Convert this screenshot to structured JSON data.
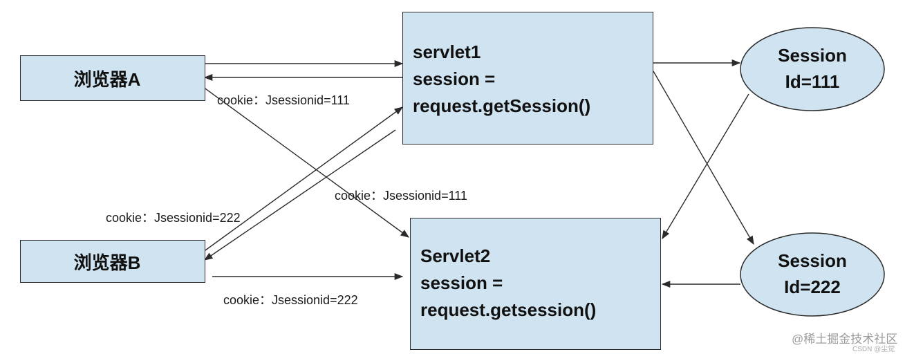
{
  "browsers": {
    "a": "浏览器A",
    "b": "浏览器B"
  },
  "servlet1": {
    "lines": [
      "servlet1",
      "session =",
      "request.getSession()"
    ]
  },
  "servlet2": {
    "lines": [
      "Servlet2",
      "session =",
      "request.getsession()"
    ]
  },
  "sessions": {
    "s111": [
      "Session",
      "Id=111"
    ],
    "s222": [
      "Session",
      "Id=222"
    ]
  },
  "cookies": {
    "a_to_servlet1": "cookie：Jsessionid=111",
    "a_to_servlet2": "cookie：Jsessionid=111",
    "b_to_servlet1": "cookie：Jsessionid=222",
    "b_to_servlet2": "cookie：Jsessionid=222"
  },
  "watermark": {
    "main": "@稀土掘金技术社区",
    "small": "CSDN @尘觉"
  },
  "colors": {
    "box_fill": "#cfe3f0",
    "ellipse_fill": "#cfe3f0",
    "stroke": "#2b2b2b"
  }
}
